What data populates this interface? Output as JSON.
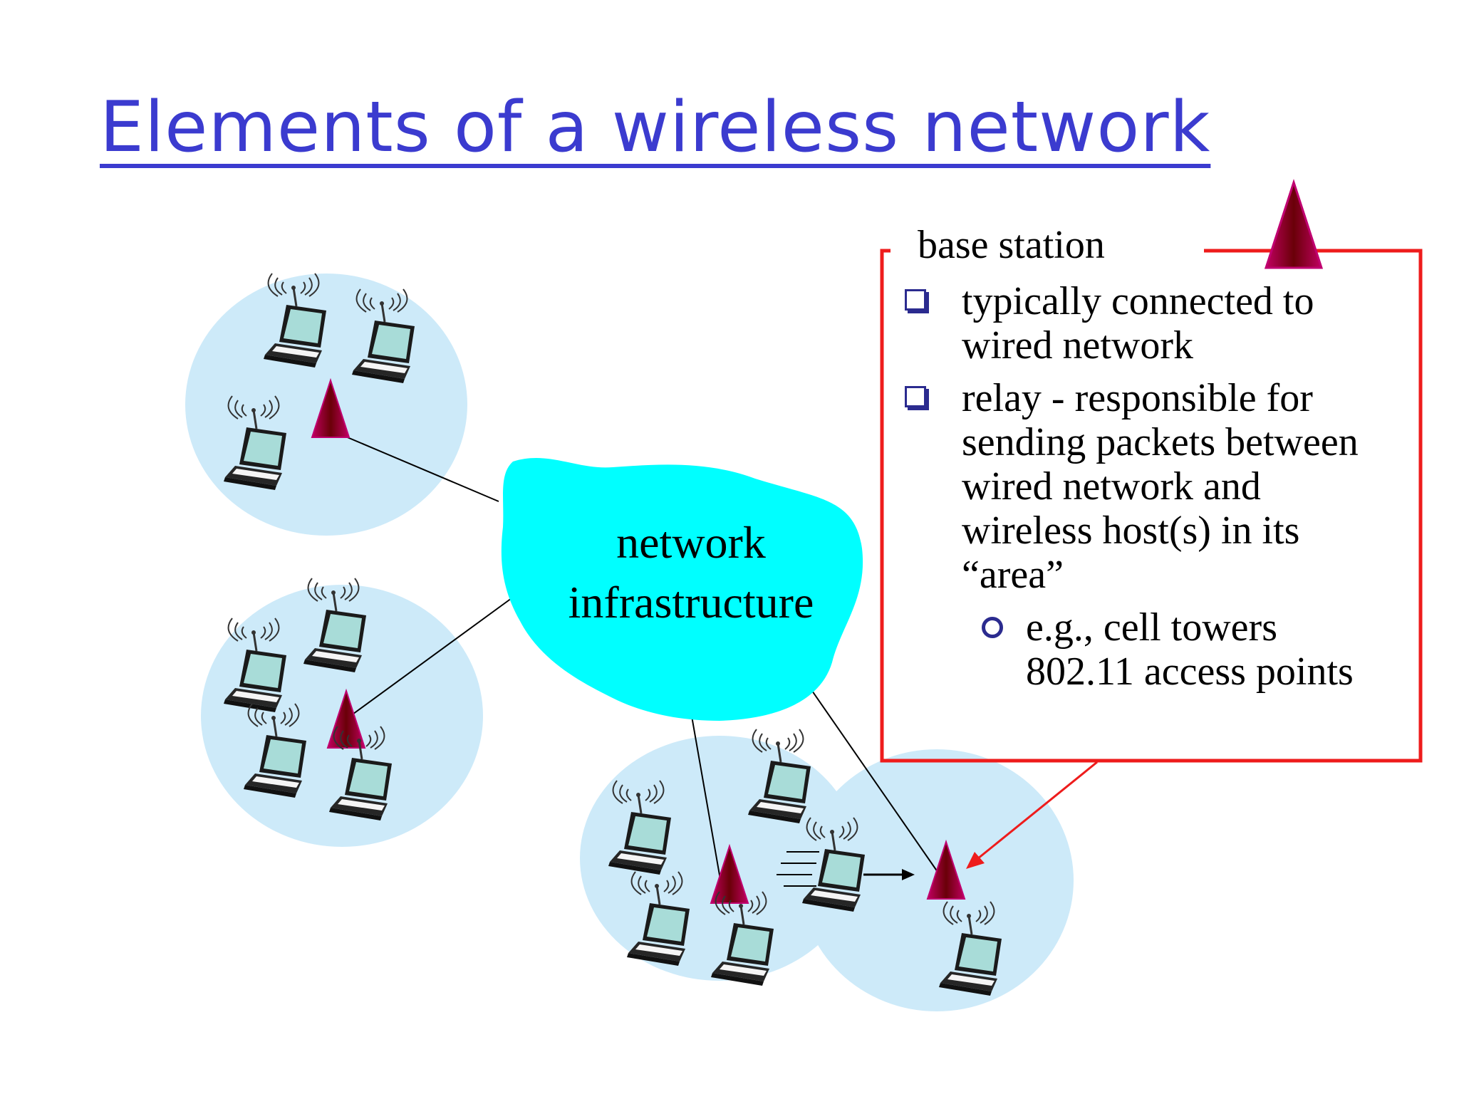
{
  "title": "Elements of a wireless network",
  "cloud_label": {
    "line1": "network",
    "line2": "infrastructure"
  },
  "callout": {
    "heading": "base station",
    "bullets": [
      {
        "lines": [
          "typically connected to",
          "wired network"
        ]
      },
      {
        "lines": [
          "relay - responsible for",
          "sending packets between",
          "wired network and",
          "wireless host(s) in its",
          "“area”"
        ]
      }
    ],
    "sub_bullet": {
      "lines": [
        "e.g., cell towers",
        "802.11 access points"
      ]
    }
  },
  "colors": {
    "title": "#3b3bcf",
    "coverage": "#cdeaf9",
    "cloud": "#00ffff",
    "tower": "#7a0000",
    "callout_border": "#ee1c1c",
    "bullet_marker": "#2b2b8f"
  },
  "icons": [
    "laptop-icon",
    "base-station-icon",
    "cloud-icon",
    "motion-lines-icon"
  ]
}
